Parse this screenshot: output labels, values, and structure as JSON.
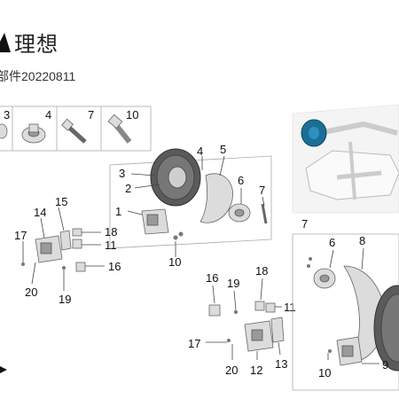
{
  "brand": {
    "name": "理想"
  },
  "subtitle": "部件20220811",
  "callouts": {
    "strip": [
      "3",
      "4",
      "7",
      "10"
    ],
    "front_assembly": [
      "4",
      "3",
      "2",
      "1",
      "5",
      "6",
      "7",
      "10"
    ],
    "front_caliper": [
      "14",
      "15",
      "17",
      "18",
      "11",
      "16",
      "20",
      "19"
    ],
    "subframe_section": "7",
    "rear_caliper": [
      "16",
      "19",
      "18",
      "11",
      "17",
      "20",
      "12",
      "13"
    ],
    "rear_assembly": [
      "6",
      "8",
      "9",
      "10"
    ]
  }
}
